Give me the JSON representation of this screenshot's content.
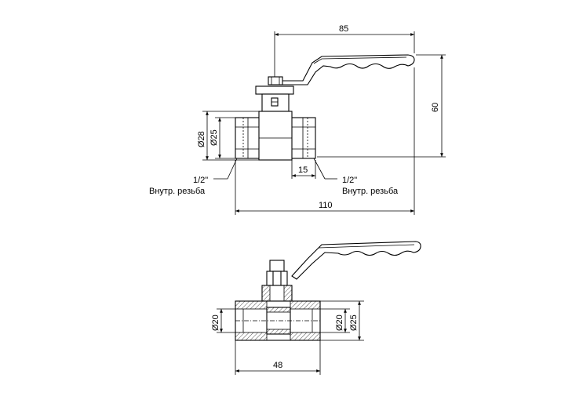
{
  "top_view": {
    "dims": {
      "handle_length": "85",
      "height": "60",
      "outer_dia": "Ø28",
      "inner_dia": "Ø25",
      "thread_depth": "15",
      "total_length": "110"
    },
    "left_thread": {
      "size": "1/2\"",
      "type": "Внутр. резьба"
    },
    "right_thread": {
      "size": "1/2\"",
      "type": "Внутр. резьба"
    }
  },
  "section_view": {
    "dims": {
      "left_bore": "Ø20",
      "right_bore": "Ø20",
      "right_outer": "Ø25",
      "body_length": "48"
    }
  },
  "colors": {
    "line": "#000000",
    "background": "#ffffff"
  }
}
